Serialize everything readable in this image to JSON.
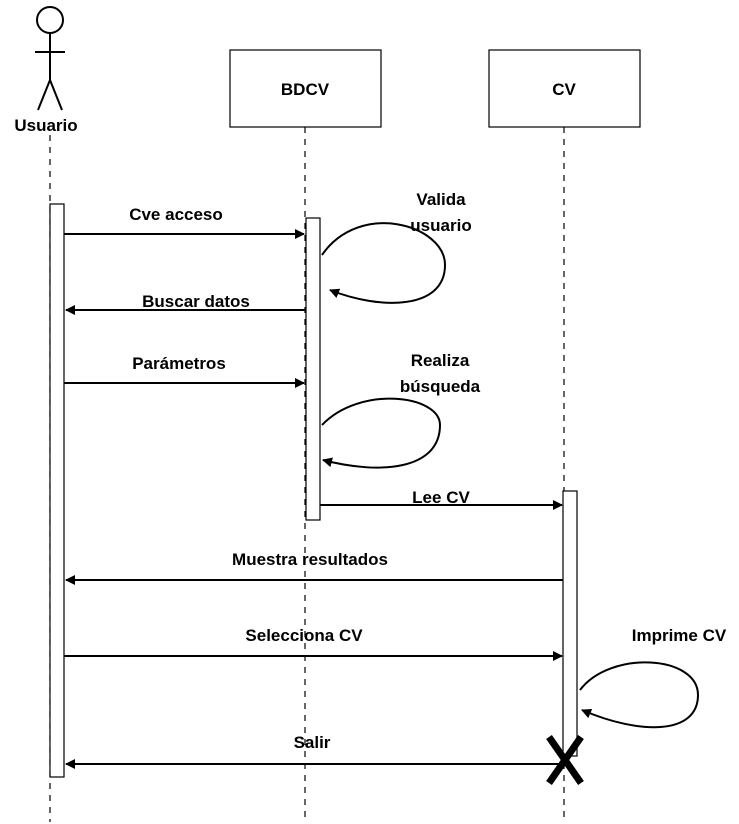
{
  "participants": {
    "actor": "Usuario",
    "bdcv": "BDCV",
    "cv": "CV"
  },
  "messages": {
    "cve_acceso": "Cve acceso",
    "valida_usuario": [
      "Valida",
      "usuario"
    ],
    "buscar_datos": "Buscar datos",
    "parametros": "Parámetros",
    "realiza_busqueda": [
      "Realiza",
      "búsqueda"
    ],
    "lee_cv": "Lee CV",
    "muestra_resultados": "Muestra resultados",
    "selecciona_cv": "Selecciona CV",
    "imprime_cv": "Imprime CV",
    "salir": "Salir"
  },
  "colors": {
    "stroke": "#000000",
    "background": "#ffffff"
  },
  "icons": {
    "actor": "stick-figure-icon",
    "destroy": "destroy-x-icon"
  }
}
